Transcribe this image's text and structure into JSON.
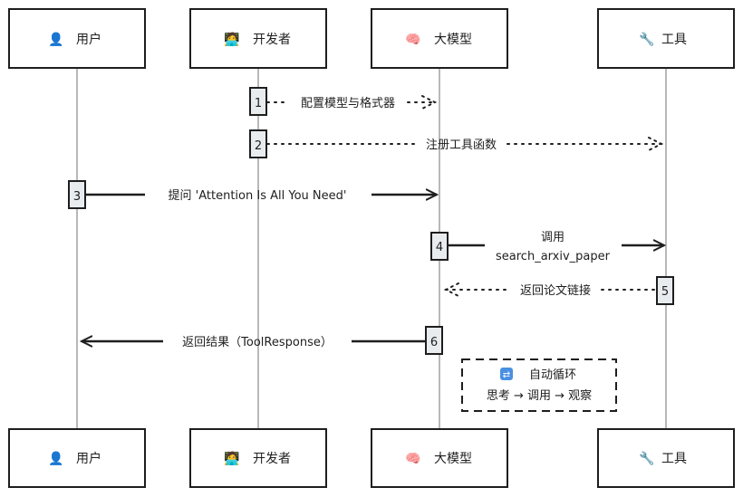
{
  "diagram": {
    "type": "sequence",
    "actors": [
      {
        "id": "user",
        "icon": "user-icon",
        "glyph": "👤",
        "label": "用户"
      },
      {
        "id": "dev",
        "icon": "developer-icon",
        "glyph": "🧑‍💻",
        "label": "开发者"
      },
      {
        "id": "llm",
        "icon": "brain-icon",
        "glyph": "🧠",
        "label": "大模型"
      },
      {
        "id": "tool",
        "icon": "wrench-icon",
        "glyph": "🔧",
        "label": "工具"
      }
    ],
    "messages": [
      {
        "step": "1",
        "from": "dev",
        "to": "llm",
        "style": "dotted",
        "label": "配置模型与格式器"
      },
      {
        "step": "2",
        "from": "dev",
        "to": "tool",
        "style": "dotted",
        "label": "注册工具函数"
      },
      {
        "step": "3",
        "from": "user",
        "to": "llm",
        "style": "solid",
        "label": "提问 'Attention Is All You Need'"
      },
      {
        "step": "4",
        "from": "llm",
        "to": "tool",
        "style": "solid",
        "label": "调用",
        "label2": "search_arxiv_paper"
      },
      {
        "step": "5",
        "from": "tool",
        "to": "llm",
        "style": "dotted",
        "label": "返回论文链接"
      },
      {
        "step": "6",
        "from": "llm",
        "to": "user",
        "style": "solid",
        "label": "返回结果（ToolResponse）"
      }
    ],
    "note": {
      "icon": "repeat-icon",
      "glyph": "🔁",
      "title": "自动循环",
      "body": "思考 → 调用 → 观察"
    }
  }
}
